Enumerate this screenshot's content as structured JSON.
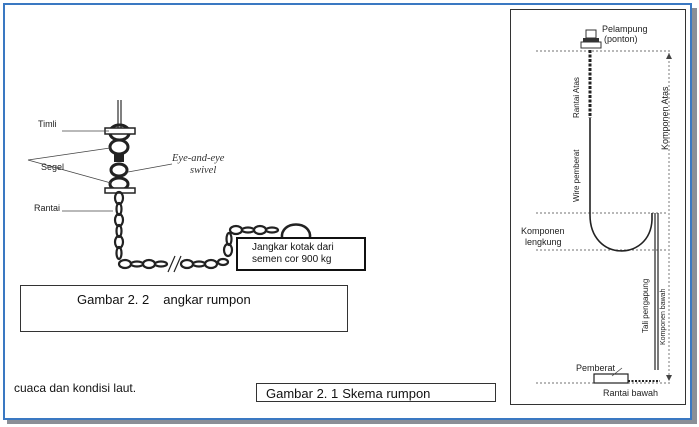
{
  "figure_anchor": {
    "labels": {
      "timli": "Timli",
      "segel": "Segel",
      "swivel": "Eye-and-eye",
      "swivel2": "swivel",
      "rantai": "Rantai"
    },
    "anchor_box_line1": "Jangkar kotak dari",
    "anchor_box_line2": "semen cor 900 kg",
    "caption_a": "Gambar 2. 2",
    "caption_b": "angkar rumpon"
  },
  "body_text": "cuaca dan kondisi laut.",
  "figure_schema": {
    "caption_a": "Gambar 2. 1",
    "caption_b": "Skema rumpon",
    "labels": {
      "pelampung": "Pelampung",
      "ponton": "(ponton)",
      "rantai_atas": "Rantai Atas",
      "komponen_atas": "Komponen Atas",
      "wire_pemberat": "Wire pemberat",
      "komponen": "Komponen",
      "lengkung": "lengkung",
      "tali_pengapung": "Tali pengapung",
      "komponen_bawah": "Komponen bawah",
      "pemberat": "Pemberat",
      "rantai_bawah": "Rantai bawah"
    }
  },
  "colors": {
    "frame": "#3a78c2",
    "shadow": "#8a8f97"
  }
}
